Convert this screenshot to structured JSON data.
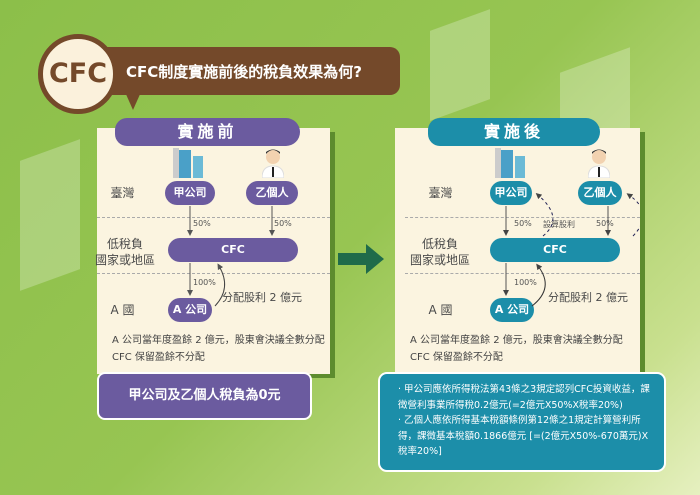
{
  "title": {
    "badge": "CFC",
    "question": "CFC制度實施前後的稅負效果為何?"
  },
  "before": {
    "header": "實施前",
    "row_taiwan": "臺灣",
    "row_low_tax": [
      "低稅負",
      "國家或地區"
    ],
    "row_a": "A 國",
    "company_jia": "甲公司",
    "person_yi": "乙個人",
    "cfc": "CFC",
    "company_a": "A 公司",
    "pct_jia": "50%",
    "pct_yi": "50%",
    "pct_a": "100%",
    "dividend": "分配股利 2 億元",
    "notes": [
      "A 公司當年度盈餘 2 億元，股東會決議全數分配",
      "CFC 保留盈餘不分配"
    ],
    "result": "甲公司及乙個人稅負為0元",
    "color": "#6b5b9f"
  },
  "after": {
    "header": "實施後",
    "row_taiwan": "臺灣",
    "row_low_tax": [
      "低稅負",
      "國家或地區"
    ],
    "row_a": "A 國",
    "company_jia": "甲公司",
    "person_yi": "乙個人",
    "cfc": "CFC",
    "company_a": "A 公司",
    "pct_jia": "50%",
    "pct_yi": "50%",
    "pct_a": "100%",
    "deemed": "設算股利",
    "dividend": "分配股利 2 億元",
    "notes": [
      "A 公司當年度盈餘 2 億元，股東會決議全數分配",
      "CFC 保留盈餘不分配"
    ],
    "result": [
      "‧ 甲公司應依所得稅法第43條之3規定認列CFC投資收益，課徵營利事業所得稅0.2億元(=2億元X50%X稅率20%)",
      "‧ 乙個人應依所得基本稅額條例第12條之1規定計算營利所得，課徵基本稅額0.1866億元 [=(2億元X50%-670萬元)X稅率20%]"
    ],
    "color": "#1c8ea9"
  },
  "arrow_color": "#1f6b4a"
}
